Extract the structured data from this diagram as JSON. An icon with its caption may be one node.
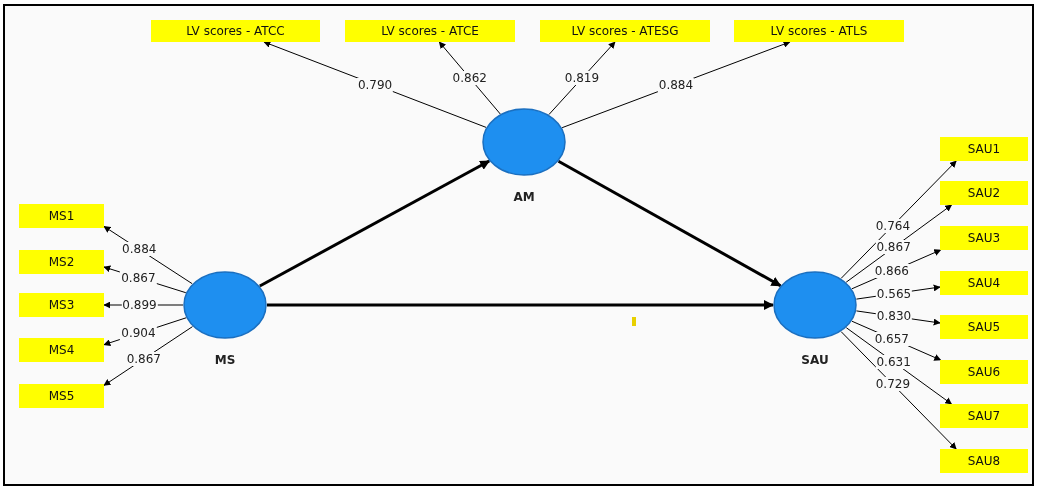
{
  "diagram": {
    "nodes": [
      {
        "text": [
          "LV scores - ATCC"
        ]
      },
      {
        "text": [
          "LV scores - ATCE"
        ]
      },
      {
        "text": [
          "LV scores - ATESG"
        ]
      },
      {
        "text": [
          "LV scores - ATLS"
        ]
      },
      {
        "text": [
          "AM"
        ]
      },
      {
        "text": [
          "SAU1"
        ]
      },
      {
        "text": [
          "SAU2"
        ]
      },
      {
        "text": [
          "SAU3"
        ]
      },
      {
        "text": [
          "SAU4"
        ]
      },
      {
        "text": [
          "SAU5"
        ]
      },
      {
        "text": [
          "SAU6"
        ]
      },
      {
        "text": [
          "SAU7"
        ]
      },
      {
        "text": [
          "SAU8"
        ]
      },
      {
        "text": [
          "MS1"
        ]
      },
      {
        "text": [
          "MS2"
        ]
      },
      {
        "text": [
          "MS3"
        ]
      },
      {
        "text": [
          "MS4"
        ]
      },
      {
        "text": [
          "MS5"
        ]
      },
      {
        "text": [
          "MS"
        ]
      },
      {
        "text": [
          "SAU"
        ]
      }
    ],
    "edges": [
      {
        "from": 18,
        "to": 4,
        "arrow": "to",
        "style": "thick"
      },
      {
        "from": 4,
        "to": 19,
        "arrow": "to",
        "style": "thick"
      },
      {
        "from": 18,
        "to": 19,
        "arrow": "to",
        "style": "thick"
      },
      {
        "from": 4,
        "to": 0,
        "arrow": "to",
        "label": "0.790"
      },
      {
        "from": 4,
        "to": 1,
        "arrow": "to",
        "label": "0.862"
      },
      {
        "from": 4,
        "to": 2,
        "arrow": "to",
        "label": "0.819"
      },
      {
        "from": 4,
        "to": 3,
        "arrow": "to",
        "label": "0.884"
      },
      {
        "from": 18,
        "to": 13,
        "arrow": "to",
        "label": "0.884"
      },
      {
        "from": 18,
        "to": 14,
        "arrow": "to",
        "label": "0.867"
      },
      {
        "from": 18,
        "to": 15,
        "arrow": "to",
        "label": "0.899"
      },
      {
        "from": 18,
        "to": 16,
        "arrow": "to",
        "label": "0.904"
      },
      {
        "from": 18,
        "to": 17,
        "arrow": "to",
        "label": "0.867"
      },
      {
        "from": 19,
        "to": 5,
        "arrow": "to",
        "label": "0.764"
      },
      {
        "from": 19,
        "to": 6,
        "arrow": "to",
        "label": "0.867"
      },
      {
        "from": 19,
        "to": 7,
        "arrow": "to",
        "label": "0.866"
      },
      {
        "from": 19,
        "to": 8,
        "arrow": "to",
        "label": "0.565"
      },
      {
        "from": 19,
        "to": 9,
        "arrow": "to",
        "label": "0.830"
      },
      {
        "from": 19,
        "to": 10,
        "arrow": "to",
        "label": "0.657"
      },
      {
        "from": 19,
        "to": 11,
        "arrow": "to",
        "label": "0.631"
      },
      {
        "from": 19,
        "to": 12,
        "arrow": "to",
        "label": "0.729"
      }
    ]
  }
}
